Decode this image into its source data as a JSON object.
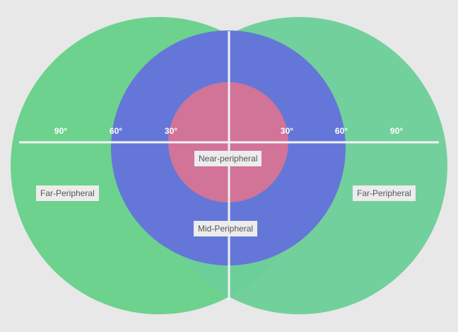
{
  "colors": {
    "background": "#e8e8e8",
    "far_left": "#6cd28e",
    "far_right": "#72d09c",
    "far_overlap": "#6ccf9a",
    "mid": "#6477d8",
    "near": "#d27398",
    "axis_line": "#f2f2f2",
    "label_bg": "#ececec",
    "label_text": "#555555",
    "degree_text": "#ffffff"
  },
  "degree_labels": {
    "left": [
      "90°",
      "60°",
      "30°"
    ],
    "right": [
      "30°",
      "60°",
      "90°"
    ]
  },
  "zones": {
    "near": "Near-peripheral",
    "mid": "Mid-Peripheral",
    "far_left": "Far-Peripheral",
    "far_right": "Far-Peripheral"
  }
}
